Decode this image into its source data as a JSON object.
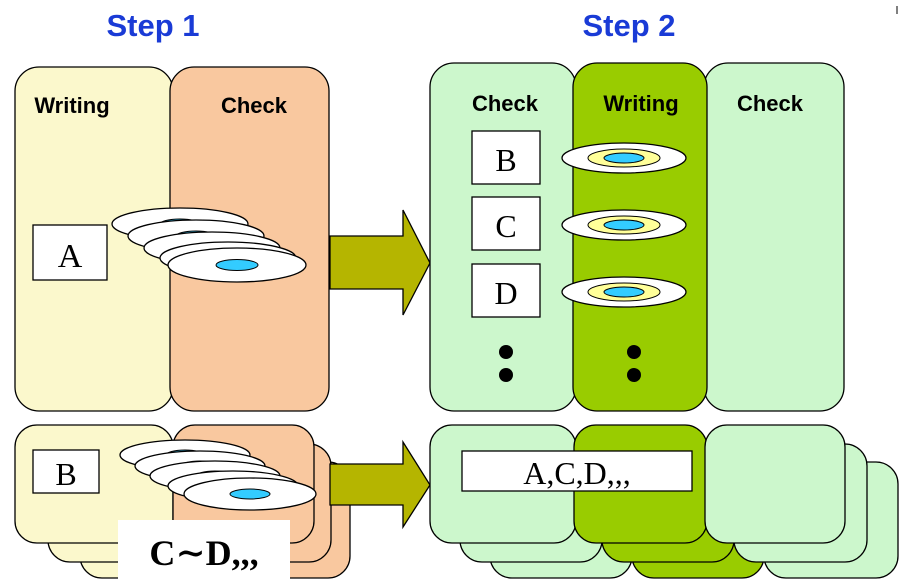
{
  "step1": {
    "title": "Step 1",
    "writing_label": "Writing",
    "check_label": "Check",
    "item_main": "A",
    "item_stack": "B",
    "pending": "C∼D,,,"
  },
  "step2": {
    "title": "Step 2",
    "check_left_label": "Check",
    "writing_label": "Writing",
    "check_right_label": "Check",
    "items": [
      "B",
      "C",
      "D"
    ],
    "stack_items": "A,C,D,,,"
  },
  "colors": {
    "title": "#1a3bd6",
    "writing_step1": "#fbf8cc",
    "check_step1": "#f9c89f",
    "check_step2": "#ccf7cc",
    "writing_step2": "#99cc00",
    "arrow": "#b5b500",
    "disc_outer": "#ffffff",
    "disc_ring": "#ffff99",
    "disc_hole": "#33ccff"
  },
  "icons": [
    "disc-icon",
    "arrow-right-icon",
    "ellipsis-dots-icon"
  ]
}
